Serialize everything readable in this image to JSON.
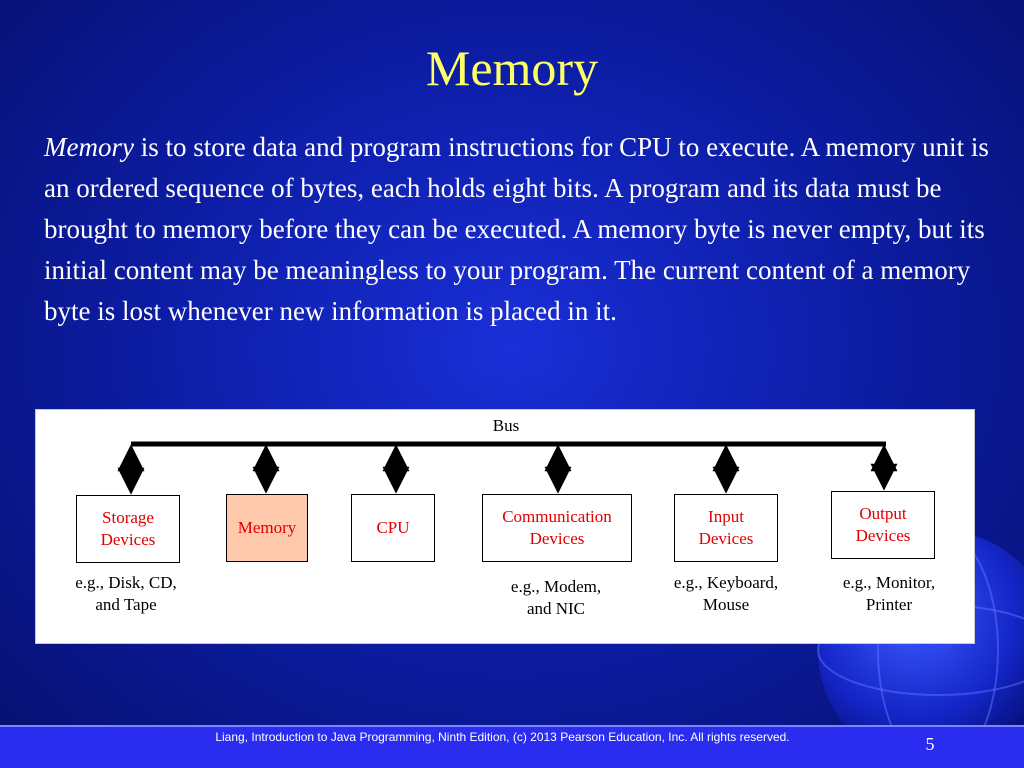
{
  "slide": {
    "title": "Memory",
    "body_lead": "Memory",
    "body_rest": " is to store data and program instructions for CPU to execute. A memory unit is an ordered sequence of bytes, each holds eight bits. A program and its data must be brought to memory before they can be executed. A memory byte is never empty, but its initial content may be meaningless to your program. The current content of a memory byte is lost whenever new information is placed in it."
  },
  "diagram": {
    "bus_label": "Bus",
    "devices": [
      {
        "label": "Storage\nDevices",
        "note": "e.g., Disk, CD,\nand Tape"
      },
      {
        "label": "Memory",
        "note": ""
      },
      {
        "label": "CPU",
        "note": ""
      },
      {
        "label": "Communication\nDevices",
        "note": "e.g., Modem,\nand NIC"
      },
      {
        "label": "Input\nDevices",
        "note": "e.g., Keyboard,\nMouse"
      },
      {
        "label": "Output\nDevices",
        "note": "e.g., Monitor,\nPrinter"
      }
    ]
  },
  "footer": {
    "citation": "Liang, Introduction to Java Programming, Ninth Edition, (c) 2013 Pearson Education, Inc. All rights reserved.",
    "page_number": "5"
  },
  "colors": {
    "title": "#ffff66",
    "device_label": "#e00000",
    "memory_fill": "#ffc9ad",
    "footer_bar": "#2a2cf0"
  }
}
